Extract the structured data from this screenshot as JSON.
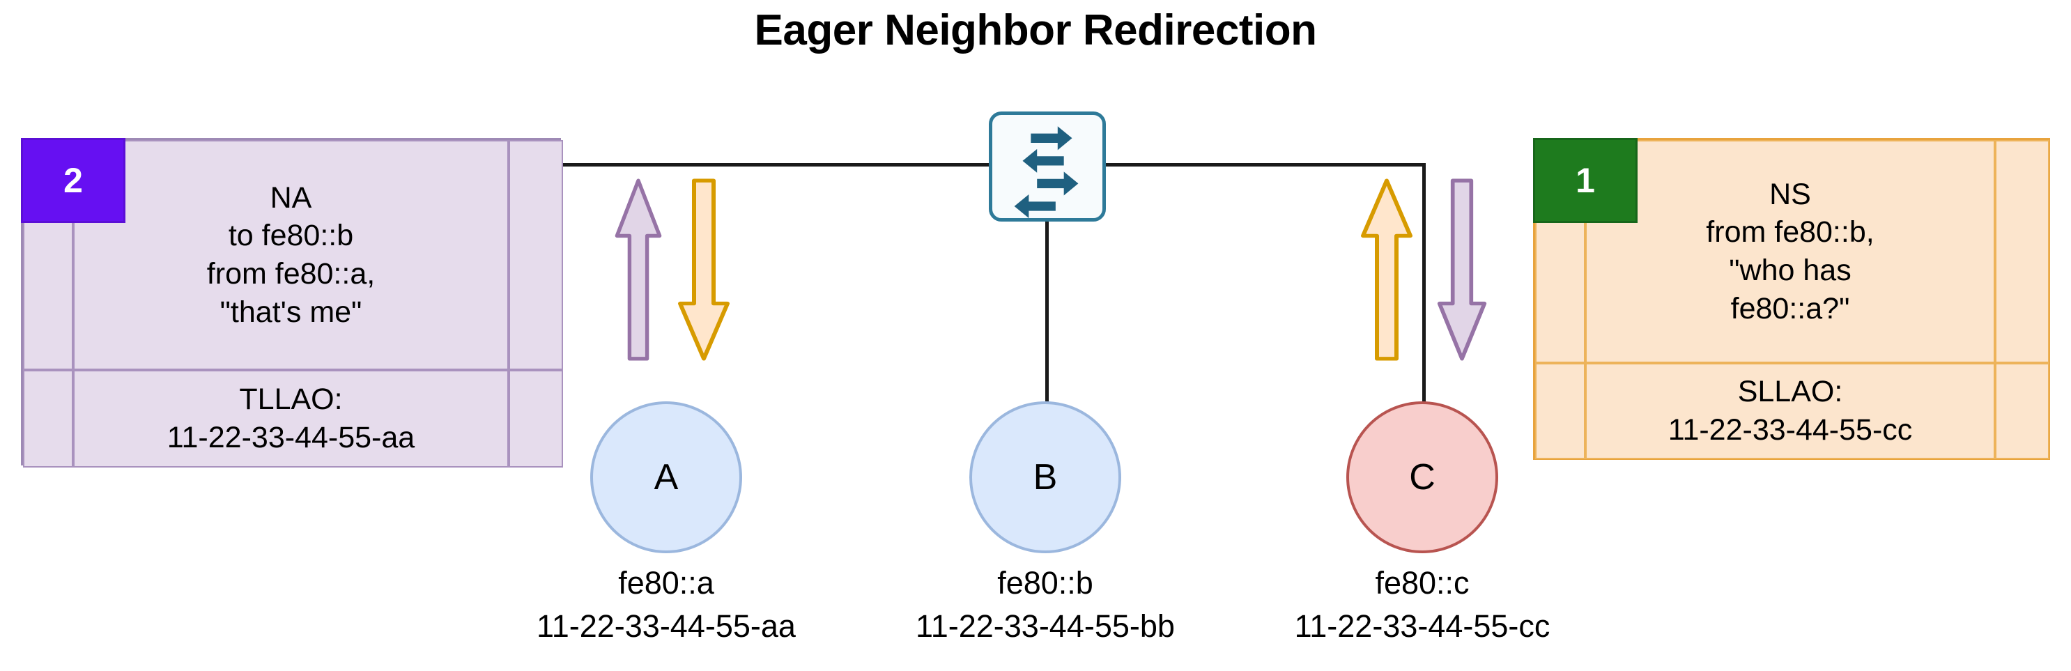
{
  "title": "Eager Neighbor Redirection",
  "tables": {
    "na": {
      "badge": "2",
      "badge_color": "#6610F2",
      "bg_color": "#E6DCEC",
      "border_color": "#9E8AB5",
      "message": "NA\nto fe80::b\nfrom fe80::a,\n\"that's me\"",
      "option": "TLLAO:\n11-22-33-44-55-aa"
    },
    "ns": {
      "badge": "1",
      "badge_color": "#1E7B1E",
      "bg_color": "#FCE5CD",
      "border_color": "#E8A33D",
      "message": "NS\nfrom fe80::b,\n\"who has\nfe80::a?\"",
      "option": "SLLAO:\n11-22-33-44-55-cc"
    }
  },
  "switch": {
    "name": "network-switch",
    "fill": "#F7FBFD",
    "border": "#2E7A99",
    "arrow_color": "#1F6080",
    "arrows": [
      "right",
      "left",
      "right",
      "left"
    ]
  },
  "nodes": [
    {
      "letter": "A",
      "address": "fe80::a",
      "mac": "11-22-33-44-55-aa",
      "style": "blue"
    },
    {
      "letter": "B",
      "address": "fe80::b",
      "mac": "11-22-33-44-55-bb",
      "style": "blue"
    },
    {
      "letter": "C",
      "address": "fe80::c",
      "mac": "11-22-33-44-55-cc",
      "style": "pink"
    }
  ],
  "flows": [
    {
      "name": "na-up-arrow-at-a",
      "direction": "up",
      "fill": "#E1D5E7",
      "stroke": "#9673A6"
    },
    {
      "name": "ns-down-arrow-at-a",
      "direction": "down",
      "fill": "#FFE6CC",
      "stroke": "#D79B00"
    },
    {
      "name": "ns-up-arrow-at-c",
      "direction": "up",
      "fill": "#FFE6CC",
      "stroke": "#D79B00"
    },
    {
      "name": "na-down-arrow-at-c",
      "direction": "down",
      "fill": "#E1D5E7",
      "stroke": "#9673A6"
    }
  ],
  "colors": {
    "link": "#1a1a1a",
    "background": "#ffffff",
    "text": "#000000"
  }
}
